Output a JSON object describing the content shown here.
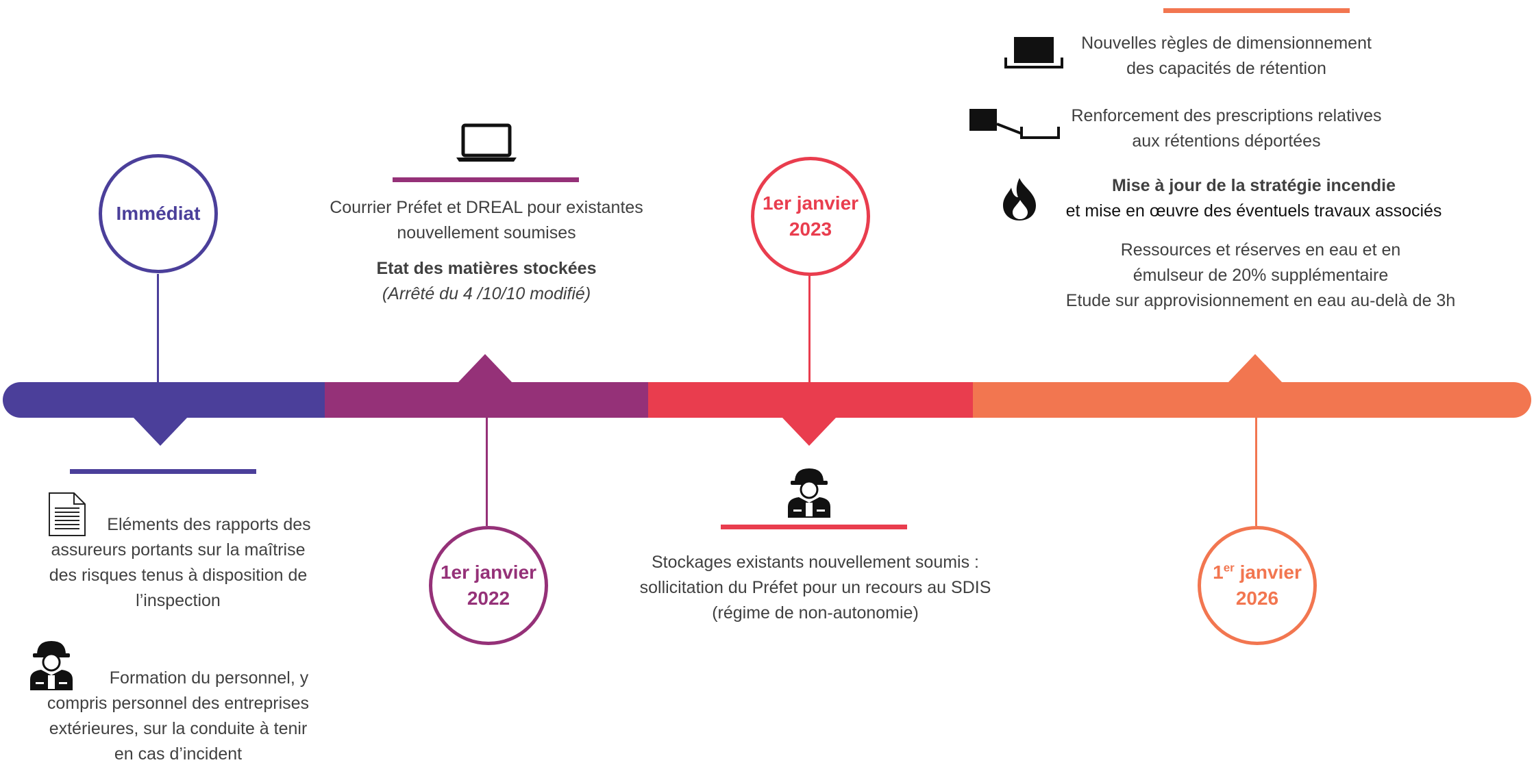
{
  "colors": {
    "purple": "#4B3F9A",
    "magenta": "#953178",
    "red": "#E93D4E",
    "orange": "#F27650",
    "text": "#404040"
  },
  "milestones": [
    {
      "label_line1": "Immédiat",
      "label_line2": ""
    },
    {
      "label_line1": "1er janvier",
      "label_line2": "2022"
    },
    {
      "label_line1": "1er janvier",
      "label_line2": "2023"
    },
    {
      "label_prefix": "1",
      "label_sup": "er",
      "label_rest": " janvier",
      "label_line2": "2026"
    }
  ],
  "immediate": {
    "item1": [
      "Eléments des rapports des",
      "assureurs portants sur la maîtrise",
      "des risques tenus à disposition de",
      "l’inspection"
    ],
    "item2": [
      "Formation du personnel, y",
      "compris personnel des entreprises",
      "extérieures, sur la conduite à tenir",
      "en cas d’incident"
    ]
  },
  "y2022": {
    "line1": "Courrier Préfet et DREAL pour existantes",
    "line2": "nouvellement soumises",
    "bold": "Etat des matières stockées",
    "italic": "(Arrêté du 4 /10/10 modifié)"
  },
  "y2023": {
    "line1": "Stockages existants nouvellement soumis :",
    "line2": "sollicitation du Préfet pour un recours au SDIS",
    "line3": "(régime de non-autonomie)"
  },
  "y2026": {
    "item1": [
      "Nouvelles règles de dimensionnement",
      "des capacités de rétention"
    ],
    "item2": [
      "Renforcement des prescriptions relatives",
      "aux rétentions déportées"
    ],
    "item3_bold": "Mise à jour de la stratégie incendie",
    "item3_line2": "et mise en œuvre des éventuels travaux associés",
    "item4": [
      "Ressources et réserves en eau et en",
      "émulseur de 20% supplémentaire",
      "Etude sur approvisionnement en eau au-delà de 3h"
    ]
  },
  "icons": [
    "document-icon",
    "firefighter-icon",
    "laptop-icon",
    "tank-icon",
    "retention-icon",
    "flame-icon"
  ]
}
